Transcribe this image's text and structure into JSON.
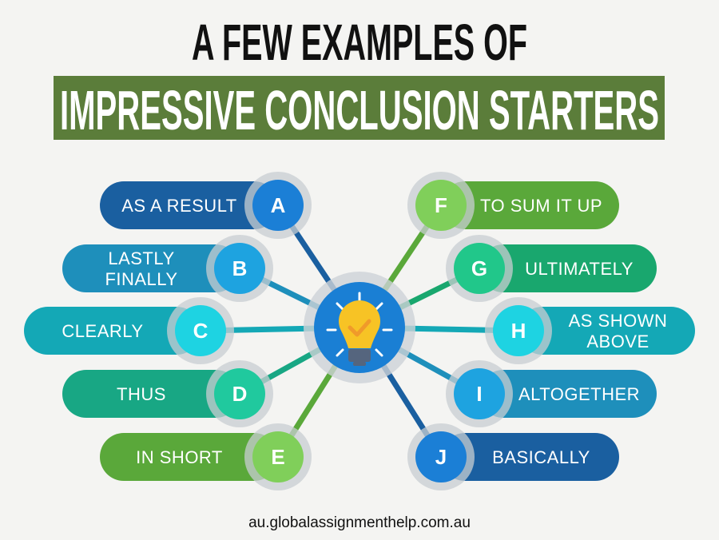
{
  "header": {
    "line1": "A FEW EXAMPLES OF",
    "line2": "IMPRESSIVE CONCLUSION STARTERS"
  },
  "center": {
    "icon": "lightbulb-checkmark-icon",
    "bulb_color": "#f7c325",
    "circle_color": "#1a7fd4"
  },
  "items": [
    {
      "letter": "A",
      "lines": [
        "AS A RESULT"
      ],
      "side": "left",
      "pill": "#1a5fa0",
      "circle": "#1b7fd6"
    },
    {
      "letter": "B",
      "lines": [
        "LASTLY",
        "FINALLY"
      ],
      "side": "left",
      "pill": "#1e8fbb",
      "circle": "#1ea3e0"
    },
    {
      "letter": "C",
      "lines": [
        "CLEARLY"
      ],
      "side": "left",
      "pill": "#14a8b6",
      "circle": "#1ed3e2"
    },
    {
      "letter": "D",
      "lines": [
        "THUS"
      ],
      "side": "left",
      "pill": "#18a784",
      "circle": "#20c99e"
    },
    {
      "letter": "E",
      "lines": [
        "IN SHORT"
      ],
      "side": "left",
      "pill": "#5aa83a",
      "circle": "#80cf5a"
    },
    {
      "letter": "F",
      "lines": [
        "TO SUM IT UP"
      ],
      "side": "right",
      "pill": "#5aa83a",
      "circle": "#80cf5a"
    },
    {
      "letter": "G",
      "lines": [
        "ULTIMATELY"
      ],
      "side": "right",
      "pill": "#19a76e",
      "circle": "#21c78a"
    },
    {
      "letter": "H",
      "lines": [
        "AS SHOWN",
        "ABOVE"
      ],
      "side": "right",
      "pill": "#14a8b6",
      "circle": "#1ed3e2"
    },
    {
      "letter": "I",
      "lines": [
        "ALTOGETHER"
      ],
      "side": "right",
      "pill": "#1e8fbb",
      "circle": "#1ea3e0"
    },
    {
      "letter": "J",
      "lines": [
        "BASICALLY"
      ],
      "side": "right",
      "pill": "#1a5fa0",
      "circle": "#1b7fd6"
    }
  ],
  "footer": {
    "url": "au.globalassignmenthelp.com.au"
  }
}
